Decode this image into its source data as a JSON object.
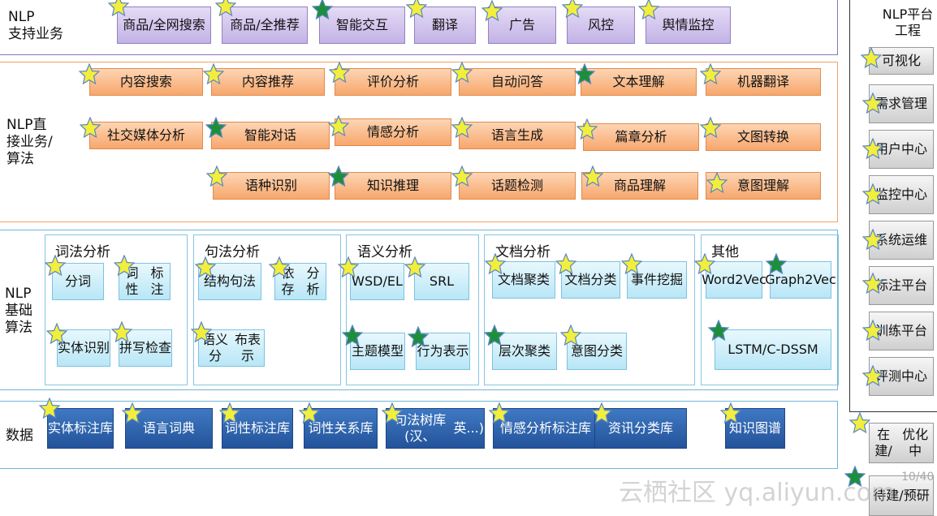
{
  "colors": {
    "star_yellow": "#f2ee3c",
    "star_green": "#1d8f3b",
    "star_outline": "#5b86c5"
  },
  "rows": {
    "support": {
      "label_l1": "NLP",
      "label_l2": "支持业务"
    },
    "direct": {
      "label_l1": "NLP直",
      "label_l2": "接业务/",
      "label_l3": "算法"
    },
    "basic": {
      "label_l1": "NLP",
      "label_l2": "基础",
      "label_l3": "算法"
    },
    "data": {
      "label": "数据"
    }
  },
  "support_items": [
    {
      "l1": "商品/全网",
      "l2": "搜索",
      "star": "yellow"
    },
    {
      "l1": "商品/全推",
      "l2": "荐",
      "star": "yellow"
    },
    {
      "l1": "智能交互",
      "l2": "",
      "star": "green"
    },
    {
      "l1": "翻译",
      "l2": "",
      "star": "yellow"
    },
    {
      "l1": "广告",
      "l2": "",
      "star": "yellow"
    },
    {
      "l1": "风控",
      "l2": "",
      "star": "yellow"
    },
    {
      "l1": "舆情监控",
      "l2": "",
      "star": "yellow"
    }
  ],
  "direct_items": [
    {
      "label": "内容搜索",
      "star": "yellow"
    },
    {
      "label": "内容推荐",
      "star": "yellow"
    },
    {
      "label": "评价分析",
      "star": "yellow"
    },
    {
      "label": "自动问答",
      "star": "yellow"
    },
    {
      "label": "文本理解",
      "star": "green"
    },
    {
      "label": "机器翻译",
      "star": "yellow"
    },
    {
      "label": "社交媒体分析",
      "star": "yellow"
    },
    {
      "label": "智能对话",
      "star": "green"
    },
    {
      "label": "情感分析",
      "star": "yellow"
    },
    {
      "label": "语言生成",
      "star": "yellow"
    },
    {
      "label": "篇章分析",
      "star": "yellow"
    },
    {
      "label": "文图转换",
      "star": "yellow"
    },
    {
      "label": "语种识别",
      "star": "yellow"
    },
    {
      "label": "知识推理",
      "star": "green"
    },
    {
      "label": "话题检测",
      "star": "yellow"
    },
    {
      "label": "商品理解",
      "star": "yellow"
    },
    {
      "label": "意图理解",
      "star": "yellow"
    }
  ],
  "groups": [
    {
      "title": "词法分析",
      "items": [
        {
          "l1": "分词",
          "l2": "",
          "star": "yellow"
        },
        {
          "l1": "词性",
          "l2": "标注",
          "star": "yellow"
        },
        {
          "l1": "实体",
          "l2": "识别",
          "star": "yellow"
        },
        {
          "l1": "拼写",
          "l2": "检查",
          "star": "yellow"
        }
      ]
    },
    {
      "title": "句法分析",
      "items": [
        {
          "l1": "结构",
          "l2": "句法",
          "star": "yellow"
        },
        {
          "l1": "依存",
          "l2": "分析",
          "star": "yellow"
        },
        {
          "l1": "语义分",
          "l2": "布表示",
          "star": "yellow"
        }
      ]
    },
    {
      "title": "语义分析",
      "items": [
        {
          "l1": "WSD/",
          "l2": "EL",
          "star": "yellow"
        },
        {
          "l1": "SRL",
          "l2": "",
          "star": "yellow"
        },
        {
          "l1": "主题",
          "l2": "模型",
          "star": "green"
        },
        {
          "l1": "行为",
          "l2": "表示",
          "star": "green"
        }
      ]
    },
    {
      "title": "文档分析",
      "items": [
        {
          "l1": "文档",
          "l2": "聚类",
          "star": "yellow"
        },
        {
          "l1": "文档",
          "l2": "分类",
          "star": "yellow"
        },
        {
          "l1": "事件",
          "l2": "挖掘",
          "star": "yellow"
        },
        {
          "l1": "层次",
          "l2": "聚类",
          "star": "green"
        },
        {
          "l1": "意图",
          "l2": "分类",
          "star": "yellow"
        }
      ]
    },
    {
      "title": "其他",
      "items": [
        {
          "l1": "Word",
          "l2": "2Vec",
          "star": "yellow"
        },
        {
          "l1": "Graph",
          "l2": "2Vec",
          "star": "green"
        },
        {
          "l1": "LSTM/",
          "l2": "C-DSSM",
          "star": "green"
        }
      ]
    }
  ],
  "data_items": [
    {
      "l1": "实体标",
      "l2": "注库",
      "star": "yellow"
    },
    {
      "l1": "语言词典",
      "l2": "",
      "star": "yellow"
    },
    {
      "l1": "词性标",
      "l2": "注库",
      "star": "yellow"
    },
    {
      "l1": "词性关",
      "l2": "系库",
      "star": "yellow"
    },
    {
      "l1": "句法树库(汉、",
      "l2": "英...)",
      "star": "yellow"
    },
    {
      "l1": "情感分析",
      "l2": "标注库",
      "star": "yellow"
    },
    {
      "l1": "资讯分类库",
      "l2": "",
      "star": "yellow"
    },
    {
      "l1": "知识",
      "l2": "图谱",
      "star": "yellow"
    }
  ],
  "platform": {
    "title_l1": "NLP平台",
    "title_l2": "工程",
    "items": [
      {
        "l1": "可视化",
        "l2": "",
        "star": "yellow"
      },
      {
        "l1": "需求",
        "l2": "管理",
        "star": "yellow"
      },
      {
        "l1": "用户",
        "l2": "中心",
        "star": "yellow"
      },
      {
        "l1": "监控",
        "l2": "中心",
        "star": "yellow"
      },
      {
        "l1": "系统",
        "l2": "运维",
        "star": "yellow"
      },
      {
        "l1": "标注",
        "l2": "平台",
        "star": "yellow"
      },
      {
        "l1": "训练",
        "l2": "平台",
        "star": "yellow"
      },
      {
        "l1": "评测",
        "l2": "中心",
        "star": "yellow"
      }
    ]
  },
  "legend": [
    {
      "l1": "在建/",
      "l2": "优化中",
      "star": "yellow"
    },
    {
      "l1": "待建/",
      "l2": "预研",
      "star": "green"
    }
  ],
  "page_number": "10/40",
  "watermark": "云栖社区 yq.aliyun.com"
}
